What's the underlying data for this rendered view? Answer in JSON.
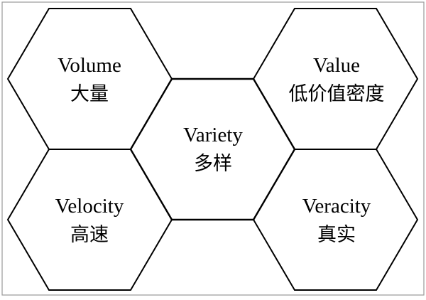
{
  "diagram": {
    "cells": {
      "volume": {
        "en": "Volume",
        "zh": "大量"
      },
      "value": {
        "en": "Value",
        "zh": "低价值密度"
      },
      "variety": {
        "en": "Variety",
        "zh": "多样"
      },
      "velocity": {
        "en": "Velocity",
        "zh": "高速"
      },
      "veracity": {
        "en": "Veracity",
        "zh": "真实"
      }
    }
  }
}
